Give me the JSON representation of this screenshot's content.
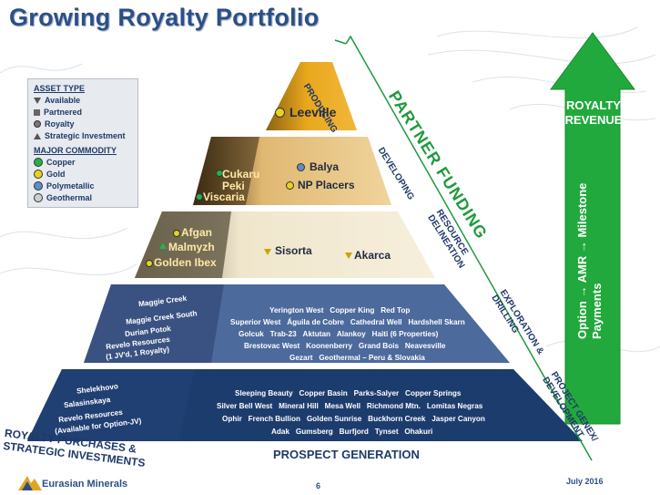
{
  "title": "Growing Royalty Portfolio",
  "legend": {
    "asset_type_heading": "ASSET TYPE",
    "asset_types": [
      "Available",
      "Partnered",
      "Royalty",
      "Strategic Investment"
    ],
    "major_commodity_heading": "MAJOR COMMODITY",
    "commodities": [
      "Copper",
      "Gold",
      "Polymetallic",
      "Geothermal"
    ]
  },
  "colors": {
    "copper": "#22b24c",
    "gold": "#e8d21c",
    "polymetallic": "#5b8fc6",
    "geothermal": "#cfcfcf",
    "tier1": "#d99a17",
    "tier2": "#e8c989",
    "tier3": "#efe5c9",
    "tier4": "#4c6a9c",
    "tier5": "#1d3c6e",
    "partner_funding": "#1e9a3d",
    "arrow_green": "#22a93d"
  },
  "tiers": {
    "producing": {
      "label": "PRODUCING",
      "assets": [
        "Leeville"
      ]
    },
    "developing": {
      "label": "DEVELOPING",
      "left_assets": [
        "Cukaru Peki",
        "Viscaria"
      ],
      "assets": [
        "Balya",
        "NP Placers"
      ]
    },
    "resource": {
      "label": "RESOURCE DELINEATION",
      "left_assets": [
        "Afgan",
        "Malmyzh",
        "Golden Ibex"
      ],
      "assets": [
        "Sisorta",
        "Akarca"
      ]
    },
    "exploration": {
      "label": "EXPLORATION & DRILLING",
      "left_assets": [
        "Maggie Creek",
        "Maggie Creek South",
        "Durian Potok",
        "Revelo Resources",
        "(1 JV'd, 1 Royalty)"
      ],
      "rows": [
        [
          "Yerington West",
          "Copper King",
          "Red Top"
        ],
        [
          "Superior West",
          "Águila de Cobre",
          "Cathedral Well",
          "Hardshell Skarn"
        ],
        [
          "Golcuk",
          "Trab-23",
          "Aktutan",
          "Alankoy",
          "Haiti (6 Properties)"
        ],
        [
          "Brestovac West",
          "Koonenberry",
          "Grand Bois",
          "Neavesville"
        ],
        [
          "Gezart",
          "Geothermal – Peru & Slovakia"
        ]
      ]
    },
    "prospect": {
      "label": "PROJECT GENEX/ DEVELOPMENT",
      "left_assets": [
        "Shelekhovo",
        "Salasinskaya",
        "Revelo Resources",
        "(Available for Option-JV)"
      ],
      "rows": [
        [
          "Sleeping Beauty",
          "Copper Basin",
          "Parks-Salyer",
          "Copper Springs"
        ],
        [
          "Silver Bell West",
          "Mineral Hill",
          "Mesa Well",
          "Richmond Mtn.",
          "Lomitas Negras"
        ],
        [
          "Ophir",
          "French Bullion",
          "Golden Sunrise",
          "Buckhorn Creek",
          "Jasper Canyon"
        ],
        [
          "Adak",
          "Gumsberg",
          "Burfjord",
          "Tynset",
          "Ohakuri"
        ]
      ]
    }
  },
  "partner_funding": "PARTNER FUNDING",
  "royalty_revenue": "ROYALTY REVENUE",
  "option_text": "Option → AMR → Milestone Payments",
  "royalty_purchases": "ROYALTY PURCHASES & STRATEGIC INVESTMENTS",
  "prospect_generation": "PROSPECT GENERATION",
  "logo_text": "Eurasian Minerals",
  "page_number": "6",
  "date": "July 2016"
}
